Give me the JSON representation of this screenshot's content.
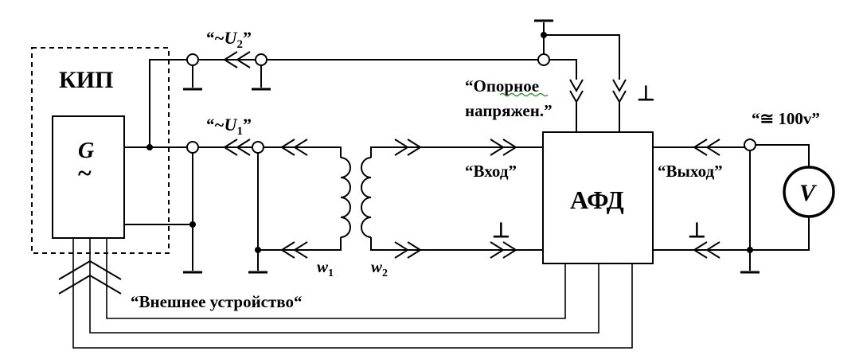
{
  "labels": {
    "kip": "КИП",
    "generator_symbol": "G",
    "generator_tilde": "~",
    "u2": "“~U",
    "u2_sub": "2",
    "u2_close": "”",
    "u1": "“~U",
    "u1_sub": "1",
    "u1_close": "”",
    "reference_line1": "“Опорное",
    "reference_line2": "напряжен.”",
    "ground_symbol": "⊥",
    "input": "“Вход”",
    "output": "“Выход”",
    "afd": "АФД",
    "voltage": "“≅ 100v”",
    "voltmeter": "V",
    "w1": "w",
    "w1_sub": "1",
    "w2": "w",
    "w2_sub": "2",
    "external_device": "“Внешнее устройство“"
  }
}
